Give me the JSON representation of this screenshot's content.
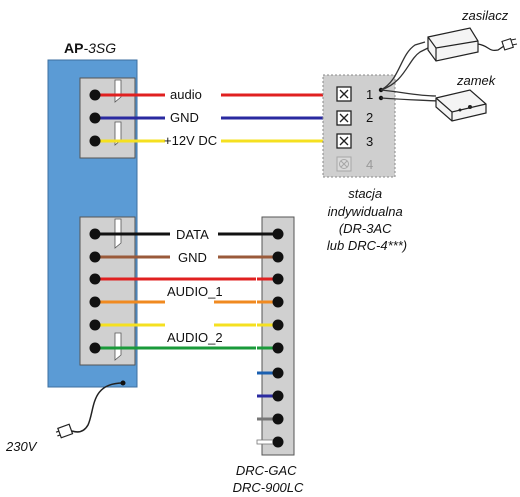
{
  "device": {
    "name_bold": "AP",
    "name_rest": "-3SG",
    "mains_label": "230V"
  },
  "upper_wires": {
    "labels": [
      "audio",
      "GND",
      "+12V DC"
    ],
    "colors": [
      "#e02020",
      "#2a2aa0",
      "#f5e020"
    ]
  },
  "station": {
    "terminals": [
      "1",
      "2",
      "3",
      "4"
    ],
    "caption": [
      "stacja",
      "indywidualna",
      "(DR-3AC",
      "lub DRC-4***)"
    ]
  },
  "externals": {
    "power_supply_label": "zasilacz",
    "lock_label": "zamek"
  },
  "lower_wires": {
    "labels": [
      "DATA",
      "GND",
      "AUDIO_1",
      "AUDIO_2"
    ],
    "colors": [
      "#111111",
      "#9a5a3a",
      "#e02020",
      "#f08a20",
      "#f5e020",
      "#1a9a3a"
    ]
  },
  "strip": {
    "caption": [
      "DRC-GAC",
      "DRC-900LC"
    ],
    "extra_colors": [
      "#1a5fb0",
      "#2a2aa0",
      "#777777",
      "#ffffff"
    ]
  },
  "colors": {
    "panel_blue": "#5b9bd5",
    "connector_grey": "#d0d0d0",
    "station_grey": "#cfcfcf"
  }
}
